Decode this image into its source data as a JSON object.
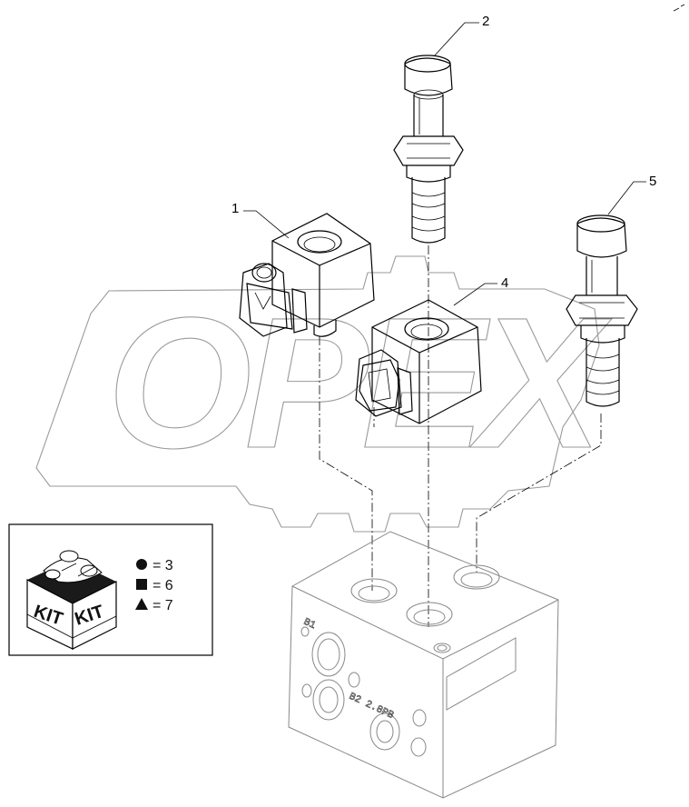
{
  "watermark": {
    "text": "OPEX"
  },
  "callouts": [
    {
      "id": "1",
      "label": "1"
    },
    {
      "id": "2",
      "label": "2"
    },
    {
      "id": "4",
      "label": "4"
    },
    {
      "id": "5",
      "label": "5"
    }
  ],
  "kit_legend": {
    "box_labels": [
      "KIT",
      "KIT"
    ],
    "items": [
      {
        "symbol": "circle",
        "text": "= 3"
      },
      {
        "symbol": "square",
        "text": "= 6"
      },
      {
        "symbol": "triangle",
        "text": "= 7"
      }
    ]
  },
  "block_markings": {
    "port_b1": "B1",
    "port_b2": "B2 2.8PB"
  }
}
